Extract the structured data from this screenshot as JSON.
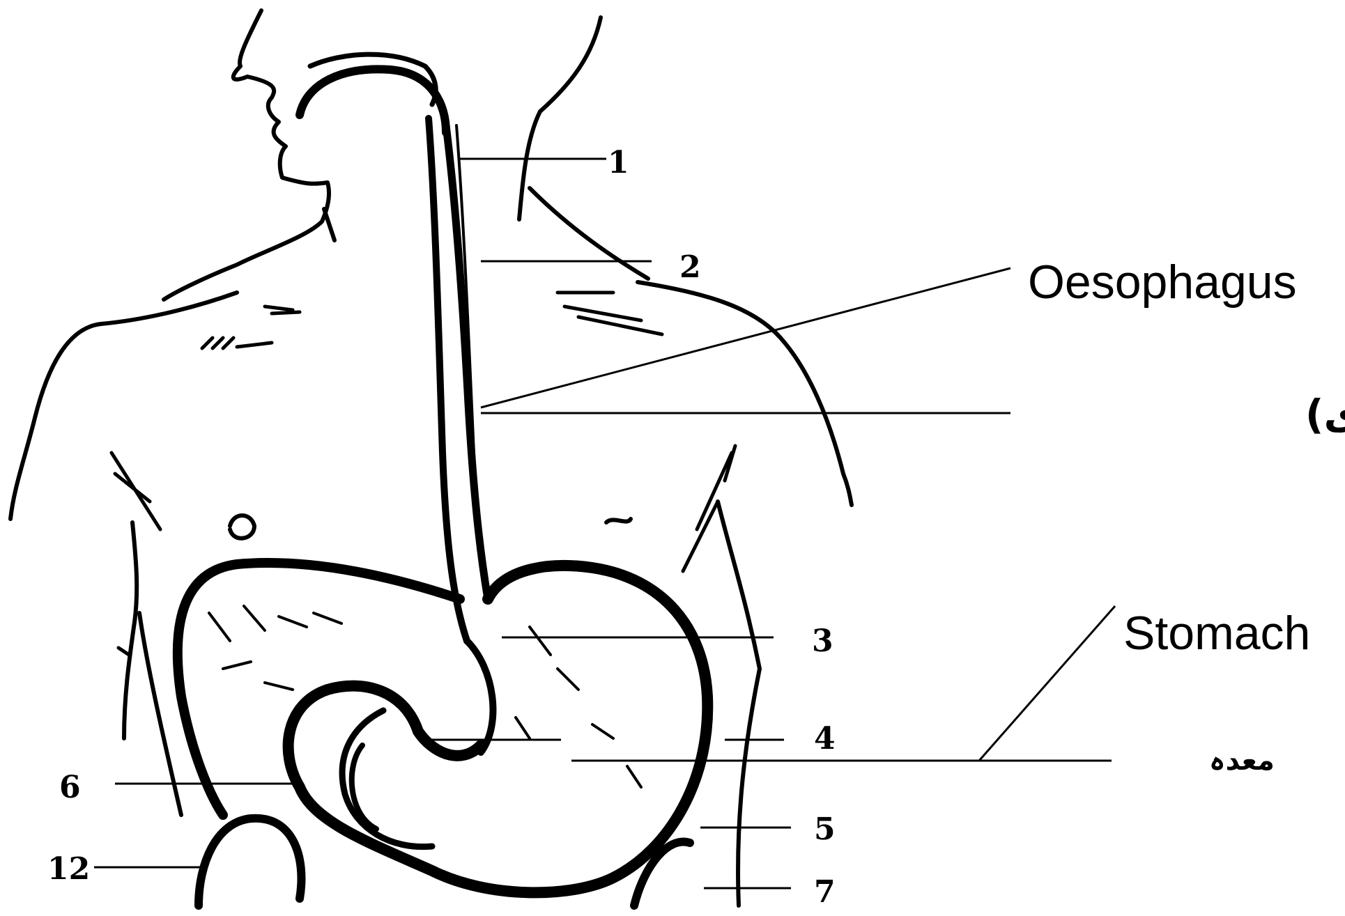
{
  "diagram": {
    "labels": {
      "oesophagus_en": "Oesophagus",
      "oesophagus_ur": "غذا کی نالی (مری)",
      "stomach_en": "Stomach",
      "stomach_ur": "معدہ"
    },
    "numbers": [
      "1",
      "2",
      "3",
      "4",
      "5",
      "6",
      "7",
      "12"
    ]
  }
}
